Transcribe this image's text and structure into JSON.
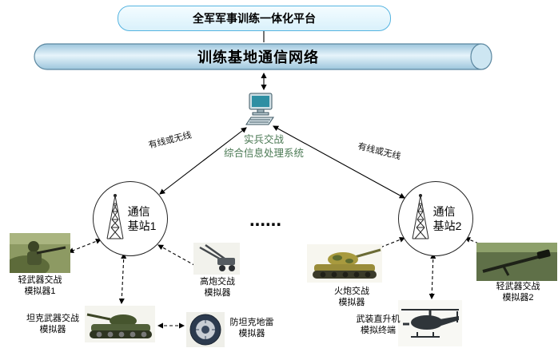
{
  "platform_box": {
    "label": "全军军事训练一体化平台"
  },
  "network_cylinder": {
    "label": "训练基地通信网络"
  },
  "processing_system": {
    "label": "实兵交战\n综合信息处理系统"
  },
  "link_labels": {
    "left": "有线或无线",
    "right": "有线或无线"
  },
  "base_stations": [
    {
      "label": "通信\n基站1"
    },
    {
      "label": "通信\n基站2"
    }
  ],
  "ellipsis": "......",
  "simulators": [
    {
      "id": "light-weapon-1",
      "label": "轻武器交战\n模拟器1"
    },
    {
      "id": "tank-weapon",
      "label": "坦克武器交战\n模拟器"
    },
    {
      "id": "aa-gun",
      "label": "高炮交战\n模拟器"
    },
    {
      "id": "at-mine",
      "label": "防坦克地雷\n模拟器"
    },
    {
      "id": "artillery",
      "label": "火炮交战\n模拟器"
    },
    {
      "id": "helicopter",
      "label": "武装直升机\n模拟终端"
    },
    {
      "id": "light-weapon-2",
      "label": "轻武器交战\n模拟器2"
    }
  ],
  "colors": {
    "platform_fill": "#e6f6fd",
    "platform_border": "#56b4e0",
    "cylinder_fill": "#bcdbec",
    "cylinder_border": "#5b87a0",
    "system_label_text": "#4c7a55",
    "arrow": "#000000"
  }
}
